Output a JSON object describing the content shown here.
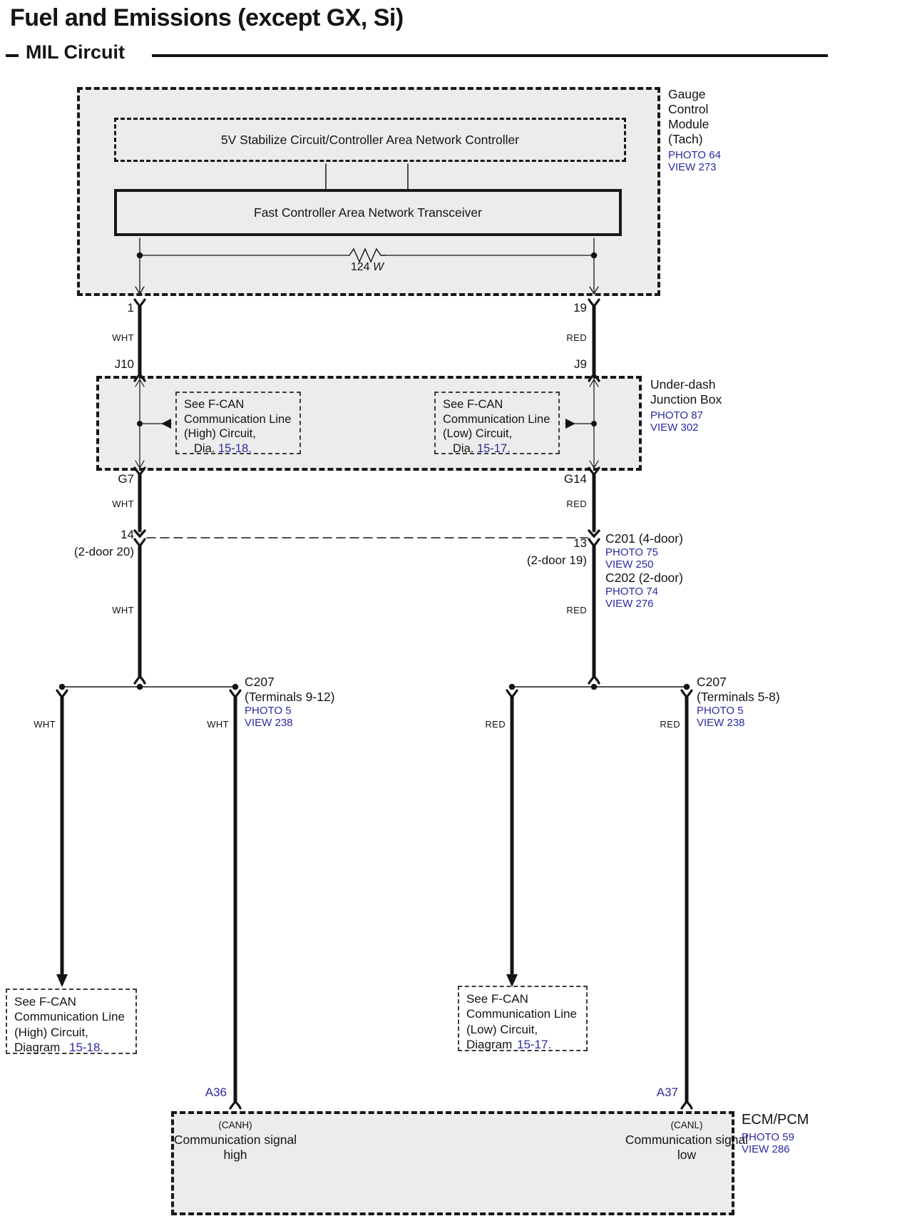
{
  "header": {
    "title": "Fuel and Emissions (except GX, Si)",
    "subtitle": "MIL Circuit"
  },
  "gauge_module": {
    "name": "Gauge Control Module (Tach)",
    "photo": "PHOTO 64",
    "view": "VIEW 273",
    "controller_label": "5V Stabilize Circuit/Controller Area Network Controller",
    "transceiver_label": "Fast Controller Area Network Transceiver",
    "resistor_value": "124",
    "resistor_unit": "W",
    "pin_left": "1",
    "pin_right": "19"
  },
  "wires": {
    "left_color": "WHT",
    "right_color": "RED"
  },
  "junction_box": {
    "name": "Under-dash Junction Box",
    "photo": "PHOTO 87",
    "view": "VIEW 302",
    "in_left": "J10",
    "in_right": "J9",
    "out_left": "G7",
    "out_right": "G14",
    "note_high": {
      "text": "See F-CAN Communication Line (High) Circuit,",
      "ref_label": "Dia.",
      "ref_link": "15-18."
    },
    "note_low": {
      "text": "See F-CAN Communication Line (Low) Circuit,",
      "ref_label": "Dia.",
      "ref_link": "15-17."
    }
  },
  "inline_connectors": {
    "left_pin": "14",
    "left_alt": "(2-door 20)",
    "right_pin": "13",
    "right_alt": "(2-door 19)",
    "c201": {
      "label": "C201 (4-door)",
      "photo": "PHOTO 75",
      "view": "VIEW 250"
    },
    "c202": {
      "label": "C202 (2-door)",
      "photo": "PHOTO 74",
      "view": "VIEW 276"
    }
  },
  "c207_high": {
    "label": "C207",
    "terminals": "(Terminals 9-12)",
    "photo": "PHOTO 5",
    "view": "VIEW 238"
  },
  "c207_low": {
    "label": "C207",
    "terminals": "(Terminals 5-8)",
    "photo": "PHOTO 5",
    "view": "VIEW 238"
  },
  "bottom_notes": {
    "high": {
      "text": "See F-CAN Communication Line (High) Circuit,",
      "ref_label": "Diagram",
      "ref_link": "15-18."
    },
    "low": {
      "text": "See F-CAN Communication Line (Low) Circuit,",
      "ref_label": "Diagram",
      "ref_link": "15-17."
    }
  },
  "ecm": {
    "name": "ECM/PCM",
    "photo": "PHOTO 59",
    "view": "VIEW 286",
    "pin_high": "A36",
    "pin_low": "A37",
    "canh": "(CANH)",
    "signal_high": "Communication signal high",
    "canl": "(CANL)",
    "signal_low": "Communication signal low"
  },
  "colors": {
    "link_blue": "#2a2b9f",
    "box_fill": "#ececec",
    "line": "#141414"
  }
}
